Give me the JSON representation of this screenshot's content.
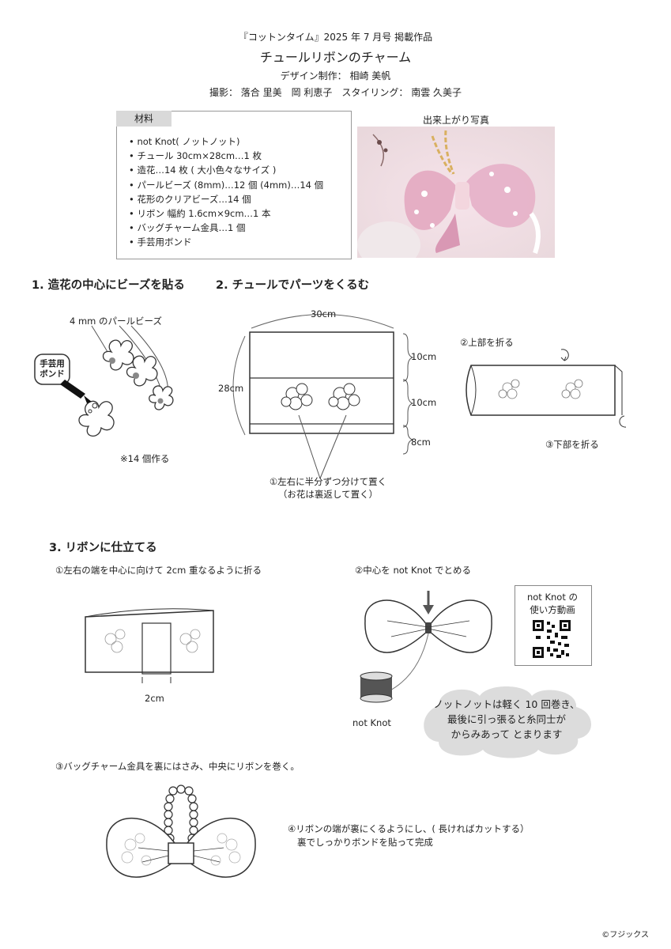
{
  "header": {
    "issue": "『コットンタイム』2025 年 7 月号 掲載作品",
    "title": "チュールリボンのチャーム",
    "design": "デザイン制作： 相崎 美帆",
    "credits": "撮影： 落合 里美　岡 利恵子　スタイリング： 南雲 久美子"
  },
  "materials": {
    "heading": "材料",
    "items": [
      "• not Knot( ノットノット)",
      "• チュール 30cm×28cm…1 枚",
      "• 造花…14 枚 ( 大小色々なサイズ )",
      "• パールビーズ (8mm)…12 個 (4mm)…14 個",
      "• 花形のクリアビーズ…14 個",
      "• リボン 幅約 1.6cm×9cm…1 本",
      "• バッグチャーム金具…1 個",
      "• 手芸用ボンド"
    ]
  },
  "photo_caption": "出来上がり写真",
  "step1": {
    "heading": "1. 造花の中心にビーズを貼る",
    "bead_label": "4 mm のパールビーズ",
    "glue_label_1": "手芸用",
    "glue_label_2": "ボンド",
    "count_note": "※14 個作る"
  },
  "step2": {
    "heading": "2. チュールでパーツをくるむ",
    "width_label": "30cm",
    "height_label": "28cm",
    "seg1": "10cm",
    "seg2": "10cm",
    "seg3": "8cm",
    "note1": "①左右に半分ずつ分けて置く",
    "note2": "（お花は裏返して置く）",
    "fold_top": "②上部を折る",
    "fold_bottom": "③下部を折る"
  },
  "step3": {
    "heading": "3. リボンに仕立てる",
    "sub1": "①左右の端を中心に向けて 2cm 重なるように折る",
    "overlap_label": "2cm",
    "sub2": "②中心を not Knot でとめる",
    "qr_title_1": "not Knot の",
    "qr_title_2": "使い方動画",
    "spool_label": "not Knot",
    "cloud_1": "ノットノットは軽く 10 回巻き、",
    "cloud_2": "最後に引っ張ると糸同士が",
    "cloud_3": "からみあって とまります",
    "sub3": "③バッグチャーム金具を裏にはさみ、中央にリボンを巻く。",
    "sub4_1": "④リボンの端が裏にくるようにし、( 長ければカットする）",
    "sub4_2": "裏でしっかりボンドを貼って完成"
  },
  "copyright": "©フジックス",
  "colors": {
    "label_bg": "#d9d9d9",
    "photo_pink": "#e8b9c9",
    "line": "#333333",
    "cloud": "#dcdcdc"
  }
}
